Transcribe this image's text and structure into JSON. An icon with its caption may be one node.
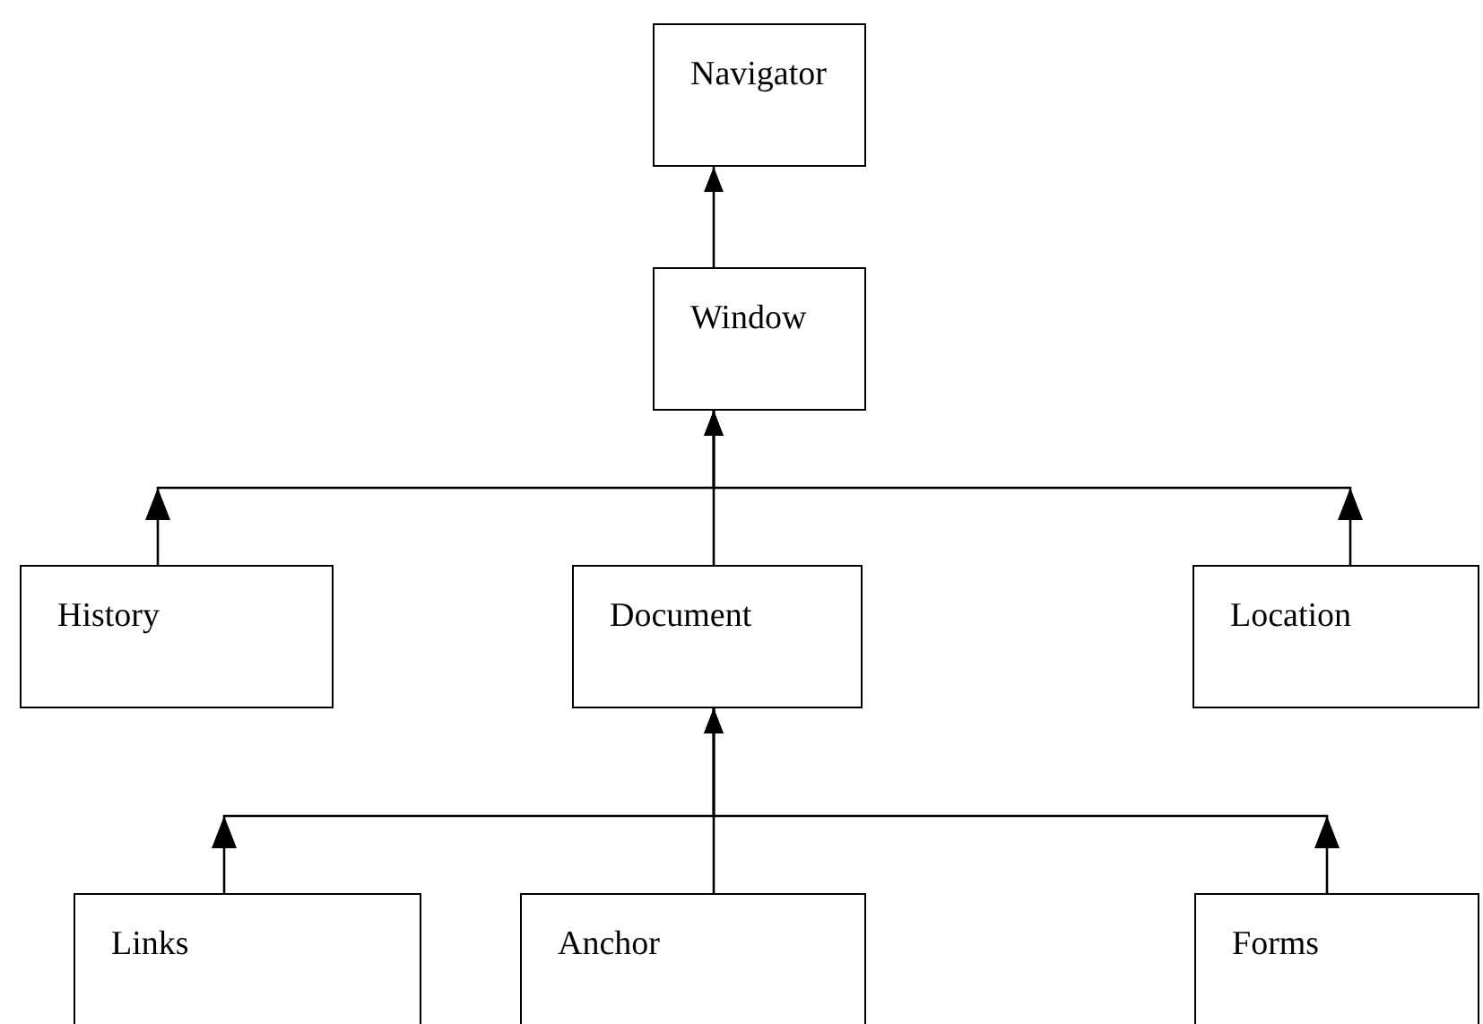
{
  "diagram": {
    "nodes": [
      {
        "text": [
          "Navigator"
        ]
      },
      {
        "text": [
          "Window"
        ]
      },
      {
        "text": [
          "History"
        ]
      },
      {
        "text": [
          "Document"
        ]
      },
      {
        "text": [
          "Location"
        ]
      },
      {
        "text": [
          "Links"
        ]
      },
      {
        "text": [
          "Anchor"
        ]
      },
      {
        "text": [
          "Forms"
        ]
      }
    ],
    "edges": [
      {
        "from": 1,
        "to": 0,
        "arrow": "to"
      },
      {
        "from": 2,
        "to": 1,
        "arrow": "to"
      },
      {
        "from": 3,
        "to": 1,
        "arrow": "to"
      },
      {
        "from": 4,
        "to": 1,
        "arrow": "to"
      },
      {
        "from": 5,
        "to": 3,
        "arrow": "to"
      },
      {
        "from": 6,
        "to": 3,
        "arrow": "to"
      },
      {
        "from": 7,
        "to": 3,
        "arrow": "to"
      }
    ]
  }
}
